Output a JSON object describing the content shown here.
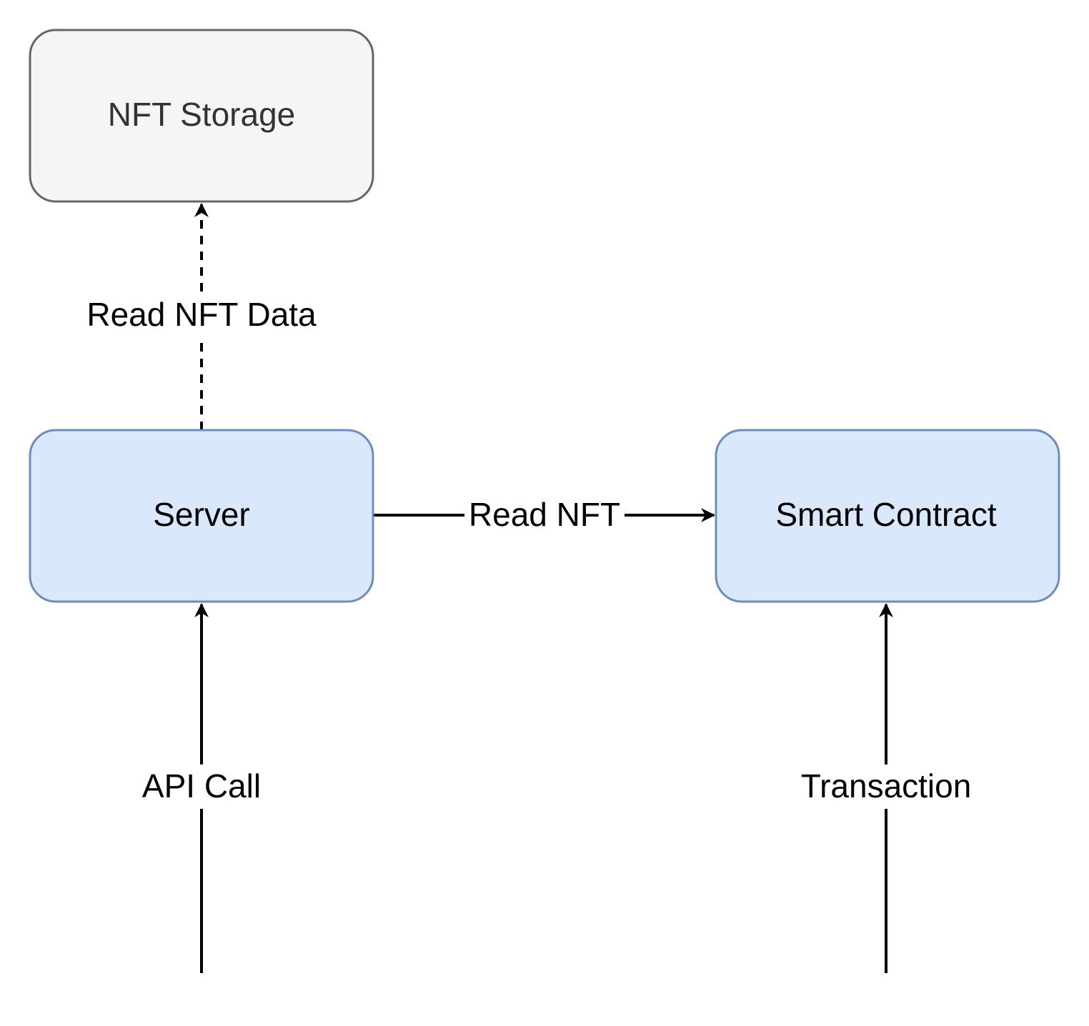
{
  "diagram": {
    "nodes": {
      "nft_storage": {
        "label": "NFT Storage",
        "fill": "#f5f5f5",
        "stroke": "#666666",
        "text_color": "#333333"
      },
      "server": {
        "label": "Server",
        "fill": "#dae8fc",
        "stroke": "#6c8ebf",
        "text_color": "#000000"
      },
      "smart_contract": {
        "label": "Smart Contract",
        "fill": "#dae8fc",
        "stroke": "#6c8ebf",
        "text_color": "#000000"
      }
    },
    "edges": {
      "read_nft_data": {
        "label": "Read NFT Data",
        "style": "dashed",
        "from": "server",
        "to": "nft_storage"
      },
      "read_nft": {
        "label": "Read NFT",
        "style": "solid",
        "from": "server",
        "to": "smart_contract"
      },
      "api_call": {
        "label": "API Call",
        "style": "solid",
        "to": "server"
      },
      "transaction": {
        "label": "Transaction",
        "style": "solid",
        "to": "smart_contract"
      }
    },
    "edge_color": "#000000"
  }
}
